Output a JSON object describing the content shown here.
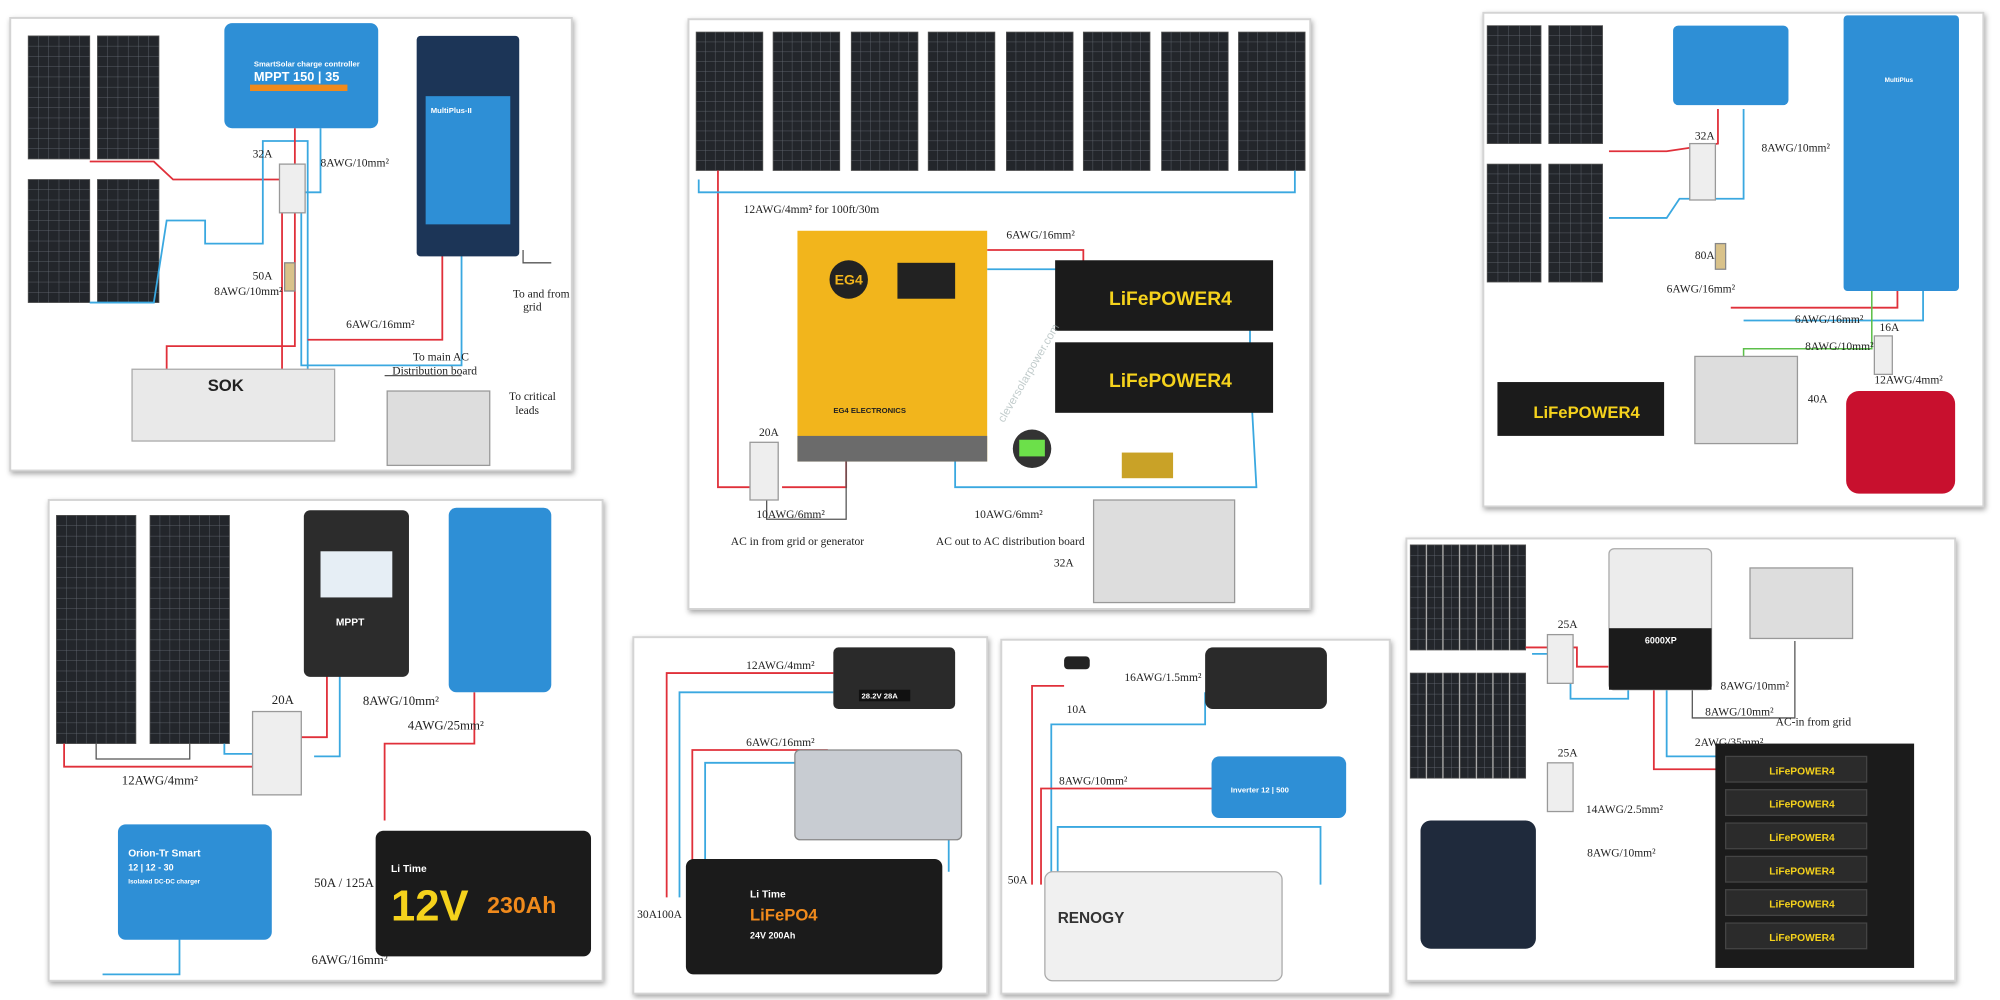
{
  "colors": {
    "wire_positive": "#e0303a",
    "wire_negative": "#3aa8e0",
    "victron_blue": "#2e8fd6",
    "eg4_yellow": "#f2b51c",
    "lifepower_yellow": "#f5d21c",
    "litime_orange": "#f08a1c"
  },
  "p1": {
    "controller_brand": "SmartSolar charge controller",
    "controller_model": "MPPT 150 | 35",
    "inverter": "MultiPlus-II",
    "breaker": "32A",
    "wire_pv": "8AWG/10mm²",
    "fuse": "50A",
    "wire_batt": "8AWG/10mm²",
    "wire_inv": "6AWG/16mm²",
    "grid_1": "To and from",
    "grid_2": "grid",
    "main_ac_1": "To main AC",
    "main_ac_2": "Distribution board",
    "critical_1": "To critical",
    "critical_2": "leads",
    "battery": "SOK"
  },
  "p2": {
    "wire_pv": "12AWG/4mm² for 100ft/30m",
    "wire_batt": "6AWG/16mm²",
    "inverter_logo": "EG4",
    "inverter_name": "EG4 ELECTRONICS",
    "battery_1": "LiFePOWER4",
    "battery_2": "LiFePOWER4",
    "breaker_in": "20A",
    "wire_in": "10AWG/6mm²",
    "ac_in": "AC in from grid or generator",
    "wire_out": "10AWG/6mm²",
    "ac_out": "AC out to AC distribution board",
    "breaker_out": "32A",
    "watermark": "cleversolarpower.com"
  },
  "p3": {
    "inverter": "MultiPlus",
    "breaker": "32A",
    "wire_pv": "8AWG/10mm²",
    "fuse": "80A",
    "wire_batt": "6AWG/16mm²",
    "wire_inv": "6AWG/16mm²",
    "wire_ac": "8AWG/10mm²",
    "breaker_gen": "16A",
    "wire_gen": "12AWG/4mm²",
    "breaker_dist": "40A",
    "battery": "LiFePOWER4"
  },
  "p4": {
    "controller": "MPPT",
    "breaker": "20A",
    "wire_ctrl": "8AWG/10mm²",
    "wire_inv": "4AWG/25mm²",
    "wire_pv": "12AWG/4mm²",
    "dcdc_name": "Orion-Tr Smart",
    "dcdc_model": "12 | 12 - 30",
    "dcdc_desc": "Isolated DC-DC charger",
    "fuses": "50A / 125A",
    "wire_dcdc": "6AWG/16mm²",
    "battery_brand": "Li Time",
    "battery_volt": "12V",
    "battery_cap": "230Ah"
  },
  "p5": {
    "wire_charger": "12AWG/4mm²",
    "charger_display": "28.2V 28A",
    "wire_inverter": "6AWG/16mm²",
    "fuse_1": "30A",
    "fuse_2": "100A",
    "battery_brand": "Li Time",
    "battery_chem": "LiFePO4",
    "battery_spec": "24V 200Ah"
  },
  "p6": {
    "wire_charger": "16AWG/1.5mm²",
    "fuse_small": "10A",
    "wire_inverter": "8AWG/10mm²",
    "fuse_main": "50A",
    "battery": "RENOGY",
    "inverter": "Inverter 12 | 500"
  },
  "p7": {
    "breaker_1": "25A",
    "inverter": "6000XP",
    "wire_dist": "8AWG/10mm²",
    "wire_grid": "8AWG/10mm²",
    "ac_in": "AC-in from grid",
    "wire_batt": "2AWG/35mm²",
    "breaker_2": "25A",
    "wire_pv2": "14AWG/2.5mm²",
    "wire_gen": "8AWG/10mm²",
    "battery": "LiFePOWER4"
  }
}
